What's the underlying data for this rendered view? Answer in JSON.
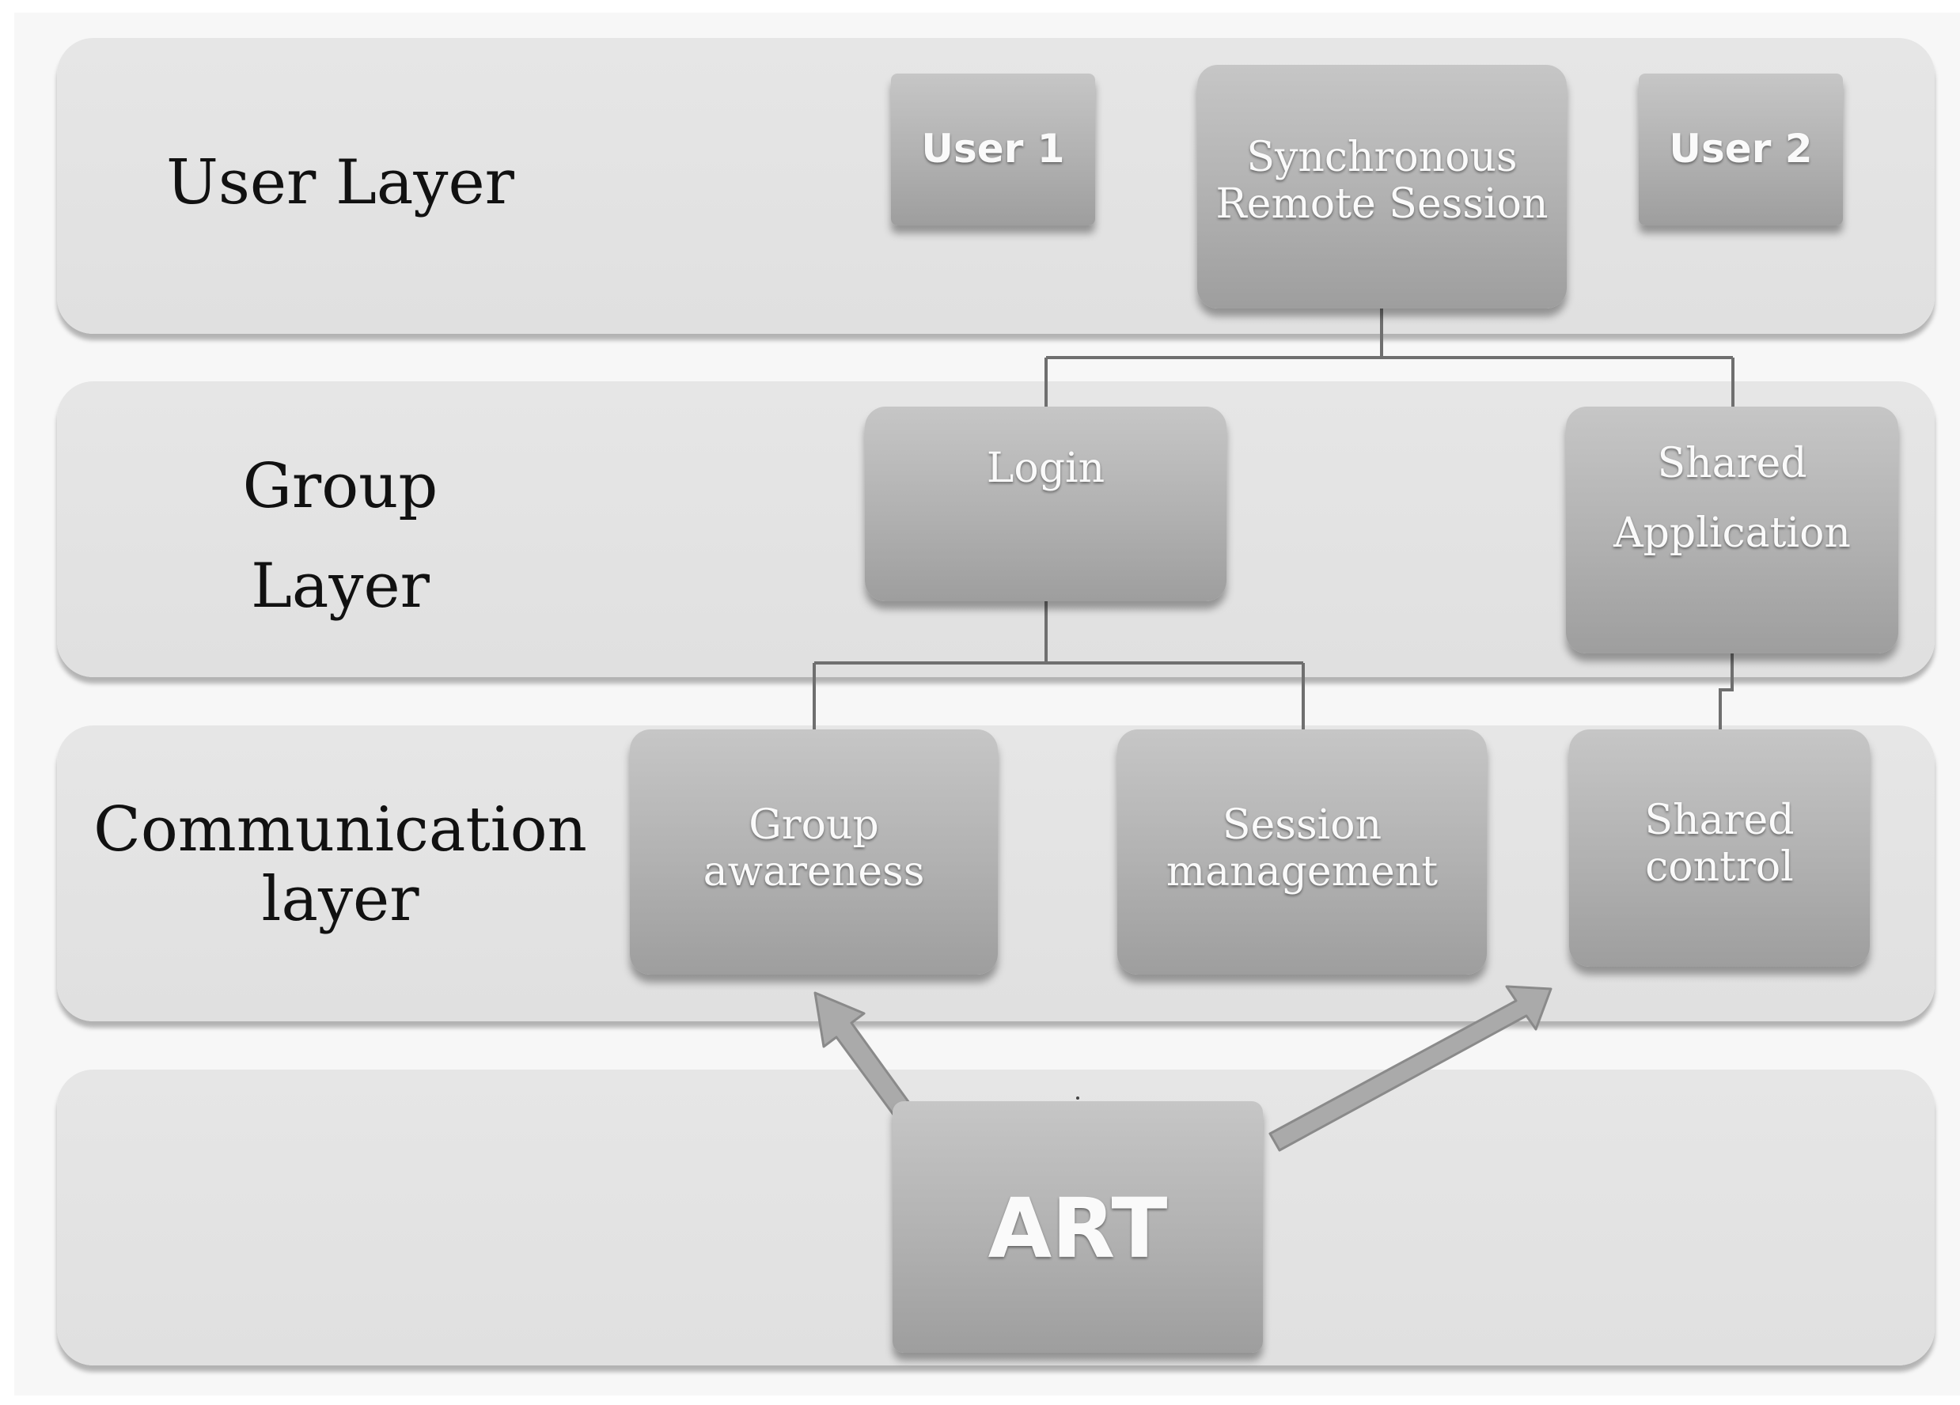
{
  "layers": {
    "user": "User Layer",
    "group": "Group\nLayer",
    "communication": "Communication\nlayer"
  },
  "nodes": {
    "user1": "User 1",
    "user2": "User 2",
    "session": "Synchronous\nRemote Session",
    "login": "Login",
    "shared_application": "Shared\nApplication",
    "group_awareness": "Group\nawareness",
    "session_management": "Session\nmanagement",
    "shared_control": "Shared\ncontrol",
    "art": "ART"
  }
}
